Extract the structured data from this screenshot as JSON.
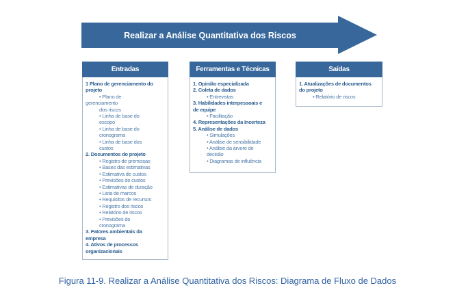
{
  "banner": {
    "label": "Realizar a Análise Quantitativa dos Riscos"
  },
  "boxes": [
    {
      "title": "Entradas",
      "lines": [
        {
          "t": "1 Plano de gerenciamento do",
          "c": "h"
        },
        {
          "t": "projeto",
          "c": "h"
        },
        {
          "t": "• Plano de",
          "c": "b"
        },
        {
          "t": "gerenciamento",
          "c": "l"
        },
        {
          "t": "dos riscos",
          "c": "b"
        },
        {
          "t": "• Linha de base do",
          "c": "b"
        },
        {
          "t": "escopo",
          "c": "b"
        },
        {
          "t": "• Linha de base do",
          "c": "b"
        },
        {
          "t": "cronograma",
          "c": "b"
        },
        {
          "t": "• Linha de base dos",
          "c": "b"
        },
        {
          "t": "custos",
          "c": "b"
        },
        {
          "t": "2. Documentos do projeto",
          "c": "h"
        },
        {
          "t": "• Registro de premissas",
          "c": "b"
        },
        {
          "t": "• Bases das estimativas",
          "c": "b"
        },
        {
          "t": "• Estimativa de custos",
          "c": "b"
        },
        {
          "t": "• Previsões de custos",
          "c": "b"
        },
        {
          "t": "• Estimativas de duração",
          "c": "b"
        },
        {
          "t": "• Lista de marcos",
          "c": "b"
        },
        {
          "t": "• Requisitos de recursos",
          "c": "b"
        },
        {
          "t": "• Registro dos riscos",
          "c": "b"
        },
        {
          "t": "• Relatório de riscos",
          "c": "b"
        },
        {
          "t": "• Previsões do",
          "c": "b"
        },
        {
          "t": "cronograma",
          "c": "b"
        },
        {
          "t": "3. Fatores ambientais da",
          "c": "h"
        },
        {
          "t": "empresa",
          "c": "h"
        },
        {
          "t": "4. Ativos de processos",
          "c": "h"
        },
        {
          "t": "organizacionais",
          "c": "h"
        }
      ]
    },
    {
      "title": "Ferramentas e Técnicas",
      "lines": [
        {
          "t": "1. Opinião especializada",
          "c": "h"
        },
        {
          "t": "2. Coleta de dados",
          "c": "h"
        },
        {
          "t": "• Entrevistas",
          "c": "b"
        },
        {
          "t": "3. Habilidades interpessoais e",
          "c": "h"
        },
        {
          "t": "de equipe",
          "c": "h"
        },
        {
          "t": "• Facilitação",
          "c": "b"
        },
        {
          "t": "4. Representações da Incerteza",
          "c": "h"
        },
        {
          "t": "5. Análise de dados",
          "c": "h"
        },
        {
          "t": "• Simulações",
          "c": "b"
        },
        {
          "t": "• Análise de sensibilidade",
          "c": "b"
        },
        {
          "t": "• Análise da árvore de",
          "c": "b"
        },
        {
          "t": "decisão",
          "c": "b"
        },
        {
          "t": "• Diagramas de influência",
          "c": "b"
        }
      ]
    },
    {
      "title": "Saídas",
      "lines": [
        {
          "t": "1. Atualizações de documentos",
          "c": "h"
        },
        {
          "t": "do projeto",
          "c": "h"
        },
        {
          "t": "• Relatório de riscos",
          "c": "b"
        }
      ]
    }
  ],
  "caption": "Figura 11-9. Realizar a Análise Quantitativa dos Riscos: Diagrama de Fluxo de Dados",
  "colors": {
    "primary": "#38689B",
    "border": "#A6B7C7",
    "text_bold": "#2E5F90",
    "text_reg": "#4E7BAA",
    "caption": "#3162A2"
  }
}
